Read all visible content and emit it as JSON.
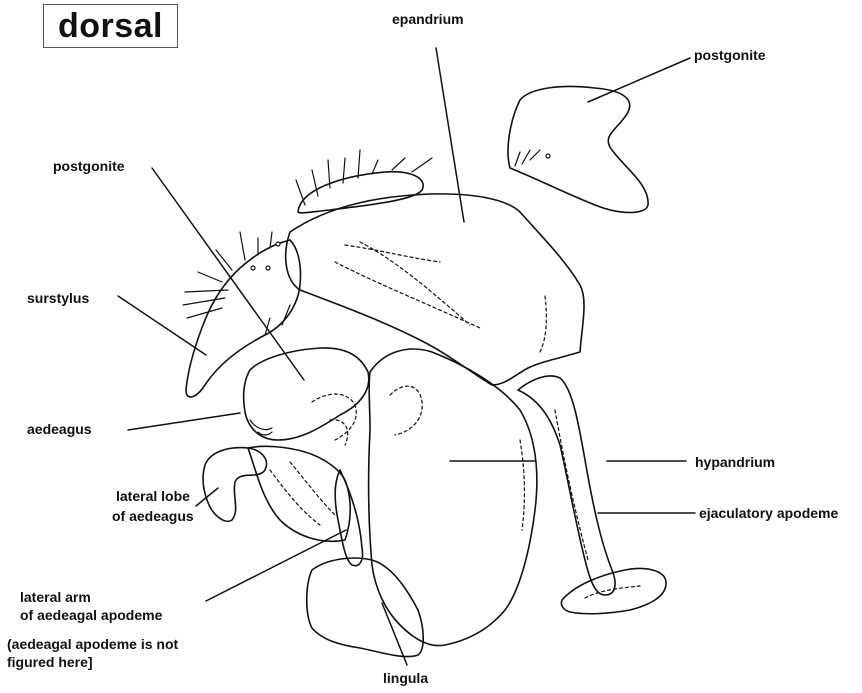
{
  "title": "dorsal",
  "labels": {
    "epandrium": "epandrium",
    "postgonite_right": "postgonite",
    "postgonite_left": "postgonite",
    "surstylus": "surstylus",
    "aedeagus": "aedeagus",
    "lateral_lobe_line1": "lateral lobe",
    "lateral_lobe_line2": "of aedeagus",
    "lateral_arm_line1": "lateral arm",
    "lateral_arm_line2": "of aedeagal apodeme",
    "note_line1": "(aedeagal apodeme is not",
    "note_line2": "figured here]",
    "hypandrium": "hypandrium",
    "ejaculatory_apodeme": "ejaculatory apodeme",
    "lingula": "lingula"
  },
  "colors": {
    "ink": "#111111",
    "background": "#ffffff",
    "title_border": "#555555"
  }
}
